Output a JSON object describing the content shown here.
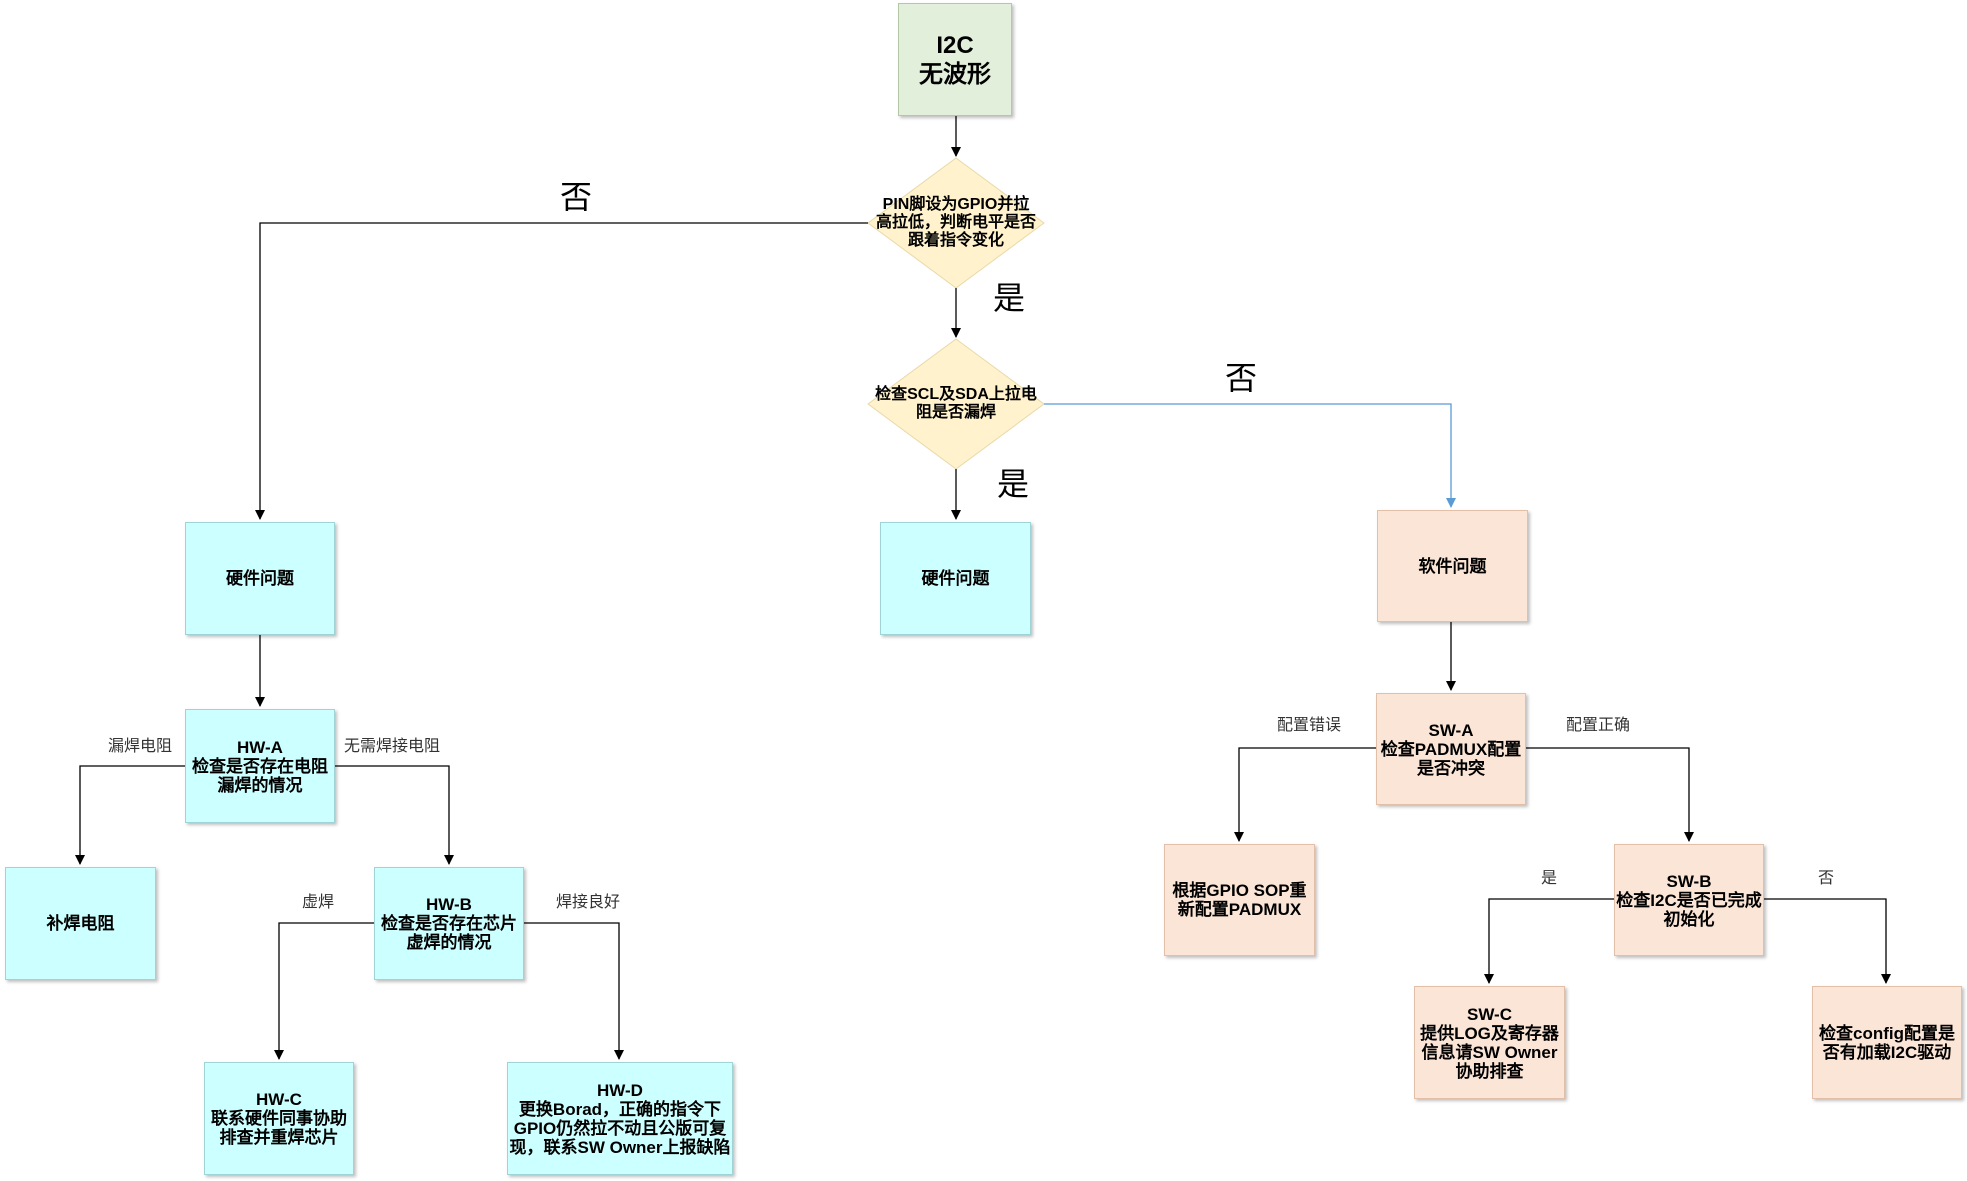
{
  "start": {
    "text": "I2C\n无波形"
  },
  "decision1": {
    "text": "PIN脚设为GPIO并拉\n高拉低，判断电平是否\n跟着指令变化"
  },
  "decision2": {
    "text": "检查SCL及SDA上拉电\n阻是否漏焊"
  },
  "nodes": {
    "hw_issue_left": "硬件问题",
    "hw_issue_mid": "硬件问题",
    "sw_issue": "软件问题",
    "hw_a": "HW-A\n检查是否存在电阻\n漏焊的情况",
    "resolder": "补焊电阻",
    "hw_b": "HW-B\n检查是否存在芯片\n虚焊的情况",
    "hw_c": "HW-C\n联系硬件同事协助\n排查并重焊芯片",
    "hw_d": "HW-D\n更换Borad，正确的指令下\nGPIO仍然拉不动且公版可复\n现，联系SW Owner上报缺陷",
    "sw_a": "SW-A\n检查PADMUX配置\n是否冲突",
    "reconfig": "根据GPIO SOP重\n新配置PADMUX",
    "sw_b": "SW-B\n检查I2C是否已完成\n初始化",
    "sw_c": "SW-C\n提供LOG及寄存器\n信息请SW Owner\n协助排查",
    "check_config": "检查config配置是\n否有加载I2C驱动"
  },
  "edge_labels": {
    "d1_no": "否",
    "d1_yes": "是",
    "d2_no": "否",
    "d2_yes": "是",
    "hwa_left": "漏焊电阻",
    "hwa_right": "无需焊接电阻",
    "hwb_left": "虚焊",
    "hwb_right": "焊接良好",
    "swa_left": "配置错误",
    "swa_right": "配置正确",
    "swb_left": "是",
    "swb_right": "否"
  },
  "colors": {
    "start_fill": "#e2efda",
    "decision_fill": "#fff2cc",
    "hardware_fill": "#ccffff",
    "software_fill": "#fbe5d6",
    "line": "#000000",
    "blue_line": "#5b9bd5"
  }
}
